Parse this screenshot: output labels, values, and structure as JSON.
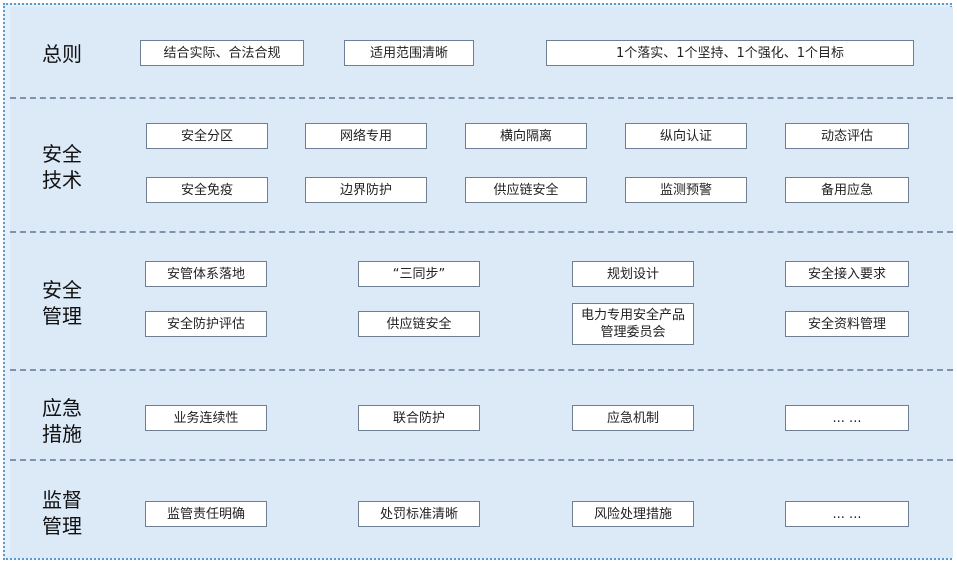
{
  "sections": [
    {
      "title": "总则",
      "items": [
        "结合实际、合法合规",
        "适用范围清晰",
        "1个落实、1个坚持、1个强化、1个目标"
      ]
    },
    {
      "title": "安全\n技术",
      "items": [
        "安全分区",
        "网络专用",
        "横向隔离",
        "纵向认证",
        "动态评估",
        "安全免疫",
        "边界防护",
        "供应链安全",
        "监测预警",
        "备用应急"
      ]
    },
    {
      "title": "安全\n管理",
      "items": [
        "安管体系落地",
        "“三同步”",
        "规划设计",
        "安全接入要求",
        "安全防护评估",
        "供应链安全",
        "电力专用安全产品管理委员会",
        "安全资料管理"
      ]
    },
    {
      "title": "应急\n措施",
      "items": [
        "业务连续性",
        "联合防护",
        "应急机制",
        "... ..."
      ]
    },
    {
      "title": "监督\n管理",
      "items": [
        "监管责任明确",
        "处罚标准清晰",
        "风险处理措施",
        "... ..."
      ]
    }
  ]
}
